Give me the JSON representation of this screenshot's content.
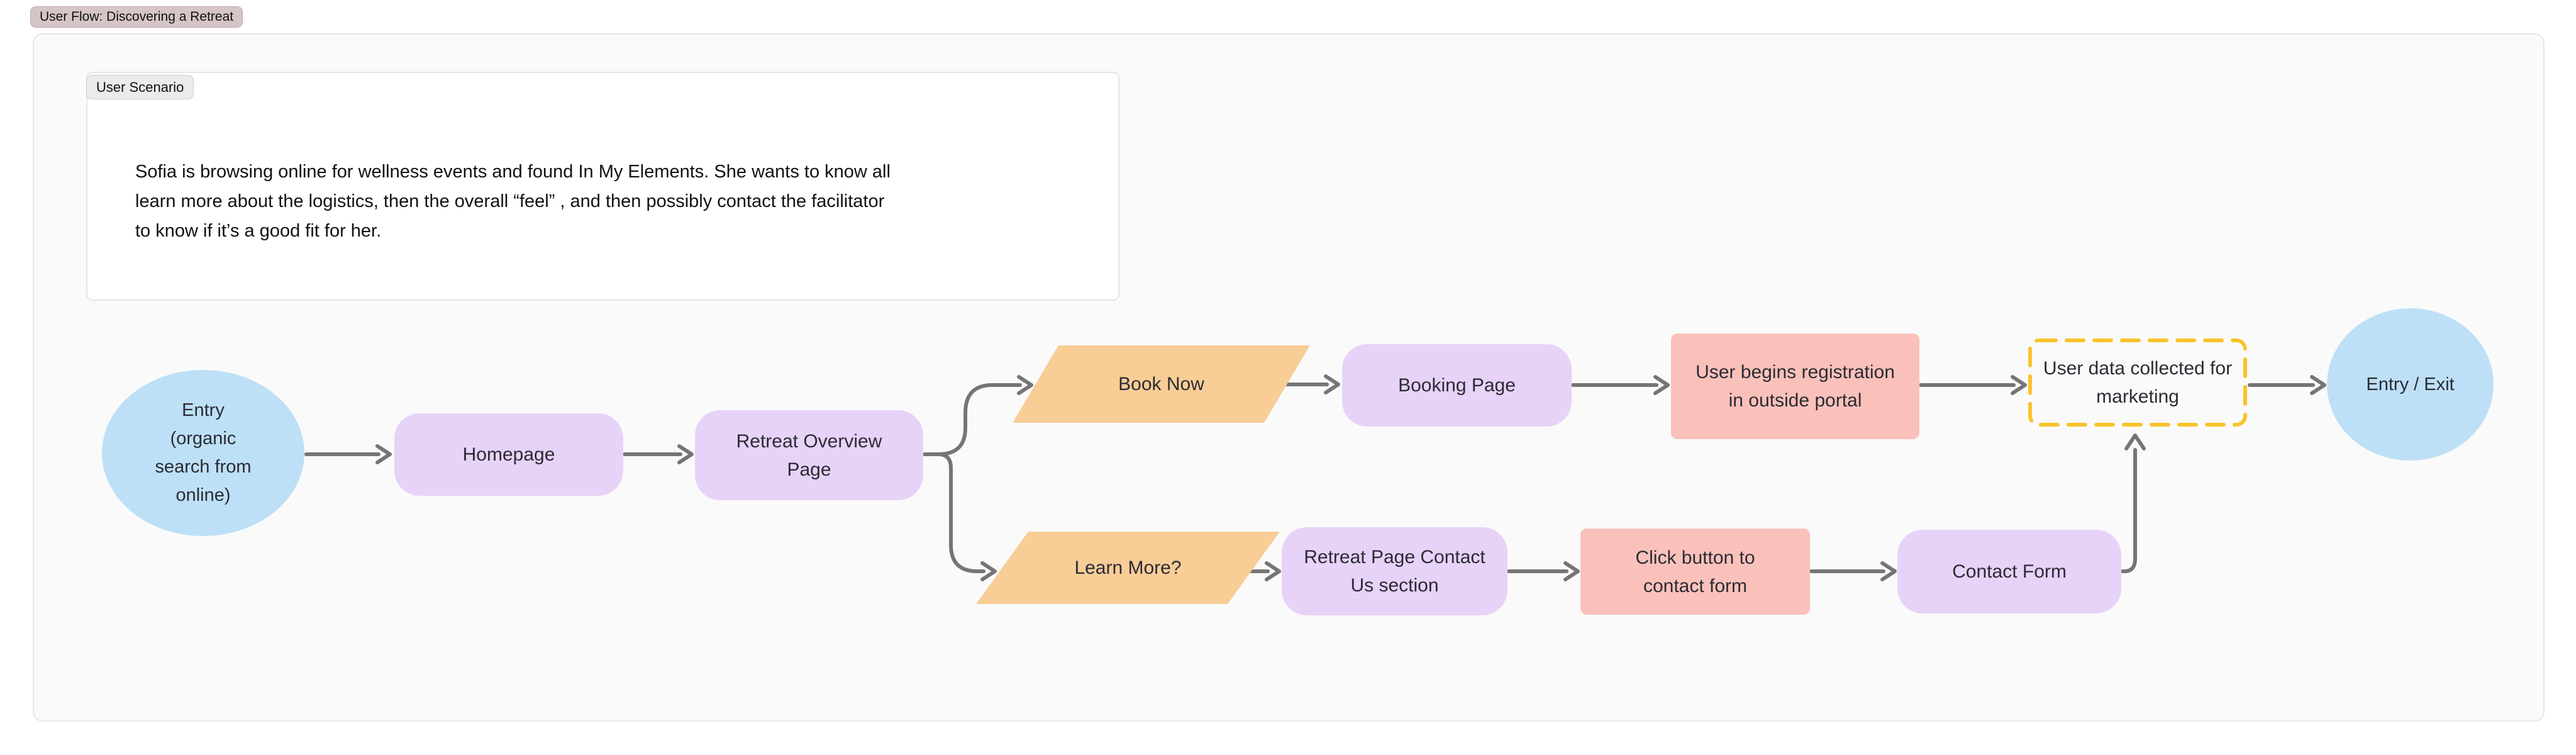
{
  "section": {
    "title": "User Flow: Discovering a Retreat"
  },
  "scenario": {
    "badge": "User Scenario",
    "text": "Sofia is browsing online for wellness events and found In My Elements. She wants to know all\nlearn more about the logistics, then the overall “feel” , and then possibly contact the facilitator\nto know if it’s a good fit for her."
  },
  "nodes": {
    "entry": {
      "label": "Entry\n(organic\nsearch from\nonline)",
      "shape": "ellipse",
      "fill": "#bde0f7"
    },
    "homepage": {
      "label": "Homepage",
      "shape": "rounded-rect",
      "fill": "#e7d2f8"
    },
    "retreat_overview": {
      "label": "Retreat Overview\nPage",
      "shape": "rounded-rect",
      "fill": "#e7d2f8"
    },
    "book_now": {
      "label": "Book Now",
      "shape": "parallelogram",
      "fill": "#f8cd96"
    },
    "booking_page": {
      "label": "Booking Page",
      "shape": "rounded-rect",
      "fill": "#e7d2f8"
    },
    "registration_portal": {
      "label": "User begins registration\nin outside portal",
      "shape": "rect",
      "fill": "#fac1bb"
    },
    "data_collected": {
      "label": "User data collected for\nmarketing",
      "shape": "dashed-rect",
      "border": "#f9c32b"
    },
    "entry_exit": {
      "label": "Entry / Exit",
      "shape": "ellipse",
      "fill": "#bde0f7"
    },
    "learn_more": {
      "label": "Learn More?",
      "shape": "parallelogram",
      "fill": "#f8cd96"
    },
    "contact_section": {
      "label": "Retreat Page Contact\nUs section",
      "shape": "rounded-rect",
      "fill": "#e7d2f8"
    },
    "click_contact": {
      "label": "Click button to\ncontact form",
      "shape": "rect",
      "fill": "#fac1bb"
    },
    "contact_form": {
      "label": "Contact Form",
      "shape": "rounded-rect",
      "fill": "#e7d2f8"
    }
  },
  "colors": {
    "page_bg": "#ffffff",
    "canvas_bg": "#fafafa",
    "frame_border": "#e7e7e7",
    "section_badge_bg": "#d5c5c7",
    "scenario_badge_bg": "#ebebeb",
    "card_bg": "#ffffff",
    "card_border": "#e5e5e5",
    "node_blue": "#bde0f7",
    "node_lavender": "#e7d2f8",
    "node_orange": "#f8cd96",
    "node_pink": "#fac1bb",
    "dashed_border": "#f9c32b",
    "arrow": "#757575"
  }
}
